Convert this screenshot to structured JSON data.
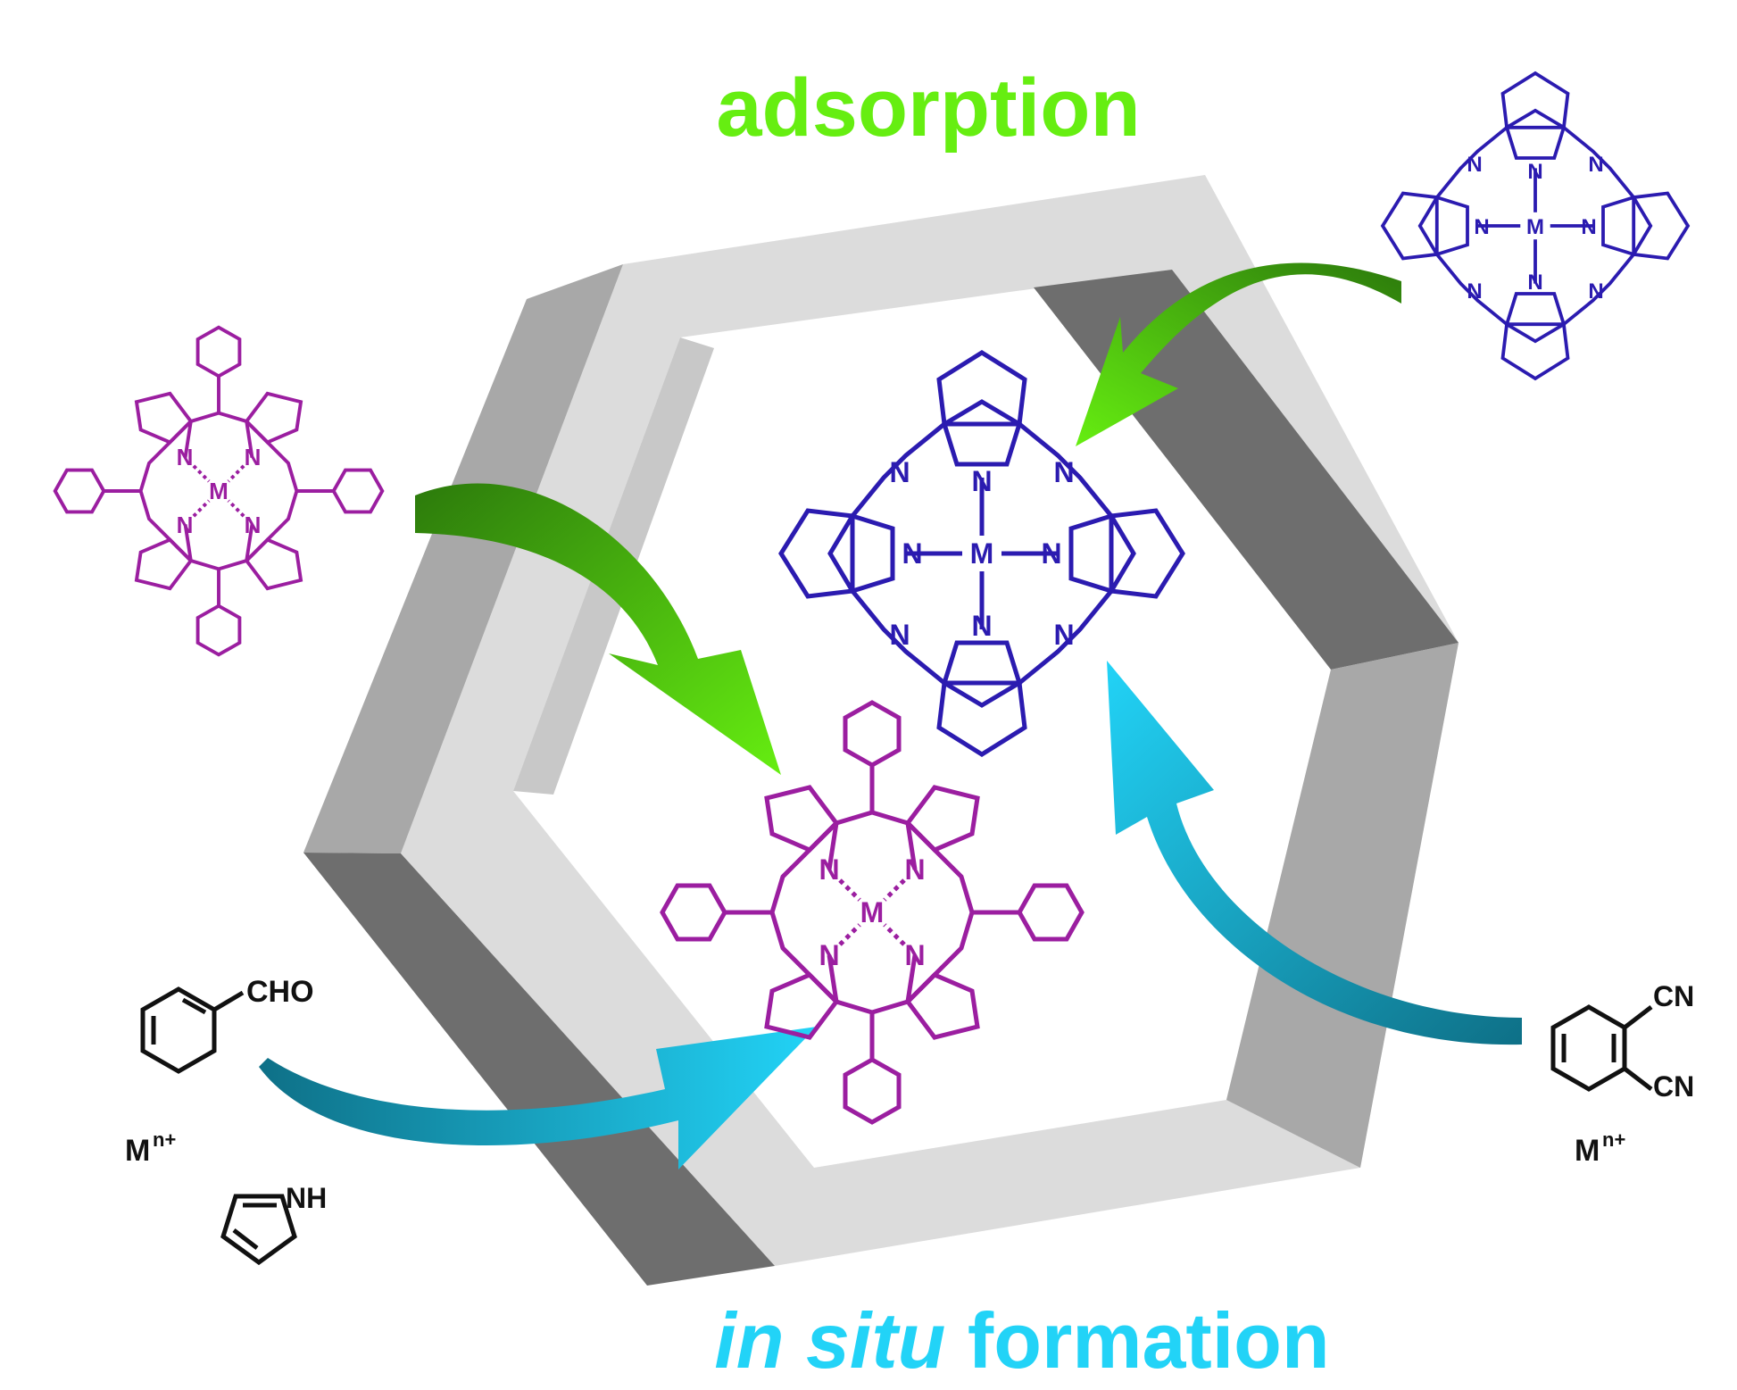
{
  "labels": {
    "adsorption": "adsorption",
    "in_situ_italic": "in situ",
    "formation": "formation"
  },
  "atoms": {
    "metal": "M",
    "nitrogen": "N",
    "aldehyde": "CHO",
    "pyrrole_nh": "NH",
    "nitrile": "CN",
    "metal_ion": "M",
    "metal_ion_charge": "n+"
  },
  "colors": {
    "porphyrin": "#9b1ea0",
    "phthalocyanine": "#2b1bb0",
    "adsorption_arrow": "#66ee11",
    "in_situ_arrow": "#22d3f7",
    "precursor": "#111111"
  },
  "icons": {
    "framework": "hexagonal-pore-framework",
    "arrow_adsorption": "curved-green-arrow",
    "arrow_in_situ": "curved-cyan-arrow"
  }
}
